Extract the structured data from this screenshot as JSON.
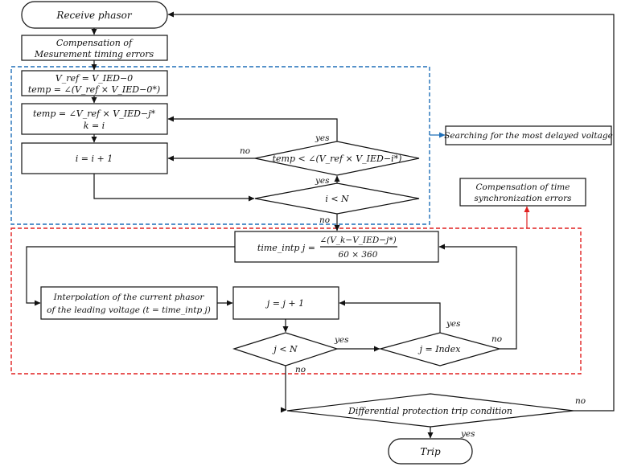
{
  "colors": {
    "line": "#111111",
    "blue_group": "#1f6fb8",
    "red_group": "#e02020"
  },
  "nodes": {
    "receive_phasor": "Receive phasor",
    "compensation_timing_line1": "Compensation of",
    "compensation_timing_line2": "Mesurement timing errors",
    "vref_line1": "V_ref = V_IED−0",
    "vref_line2": "temp = ∠(V_ref × V_IED−0*)",
    "temp_line1": "temp = ∠V_ref × V_IED−j*",
    "temp_line2": "k = i",
    "i_increment": "i = i + 1",
    "cond_temp": "temp < ∠(V_ref × V_IED−i*)",
    "cond_i": "i < N",
    "searching": "Searching for the most delayed voltage",
    "compensation_sync_line1": "Compensation of time",
    "compensation_sync_line2": "synchronization errors",
    "time_intp_lhs": "time_intp j =",
    "time_intp_num": "∠(V_k−V_IED−j*)",
    "time_intp_den": "60 × 360",
    "interpolation_line1": "Interpolation of the current phasor",
    "interpolation_line2": "of the leading voltage (t = time_intp j)",
    "j_increment": "j = j + 1",
    "cond_j_n": "j < N",
    "cond_j_index": "j = Index",
    "diff_protection": "Differential protection trip condition",
    "trip": "Trip"
  },
  "labels": {
    "yes": "yes",
    "no": "no"
  }
}
